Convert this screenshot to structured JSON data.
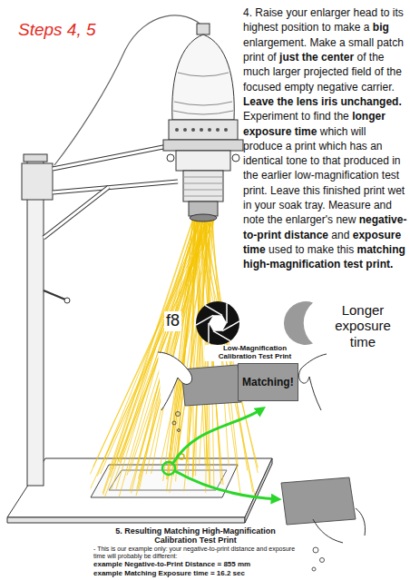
{
  "diagram": {
    "title": "Steps 4, 5",
    "nodes": [
      {
        "text": [
          "Matching!"
        ]
      }
    ],
    "labels": [
      "4. Raise your enlarger head to its highest position to make a big enlargement. Make a small patch print of just the center of the much larger projected field of the focused empty negative carrier. Leave the lens iris unchanged. Experiment to find the longer exposure time which will produce a print which has an identical tone to that produced in the earlier low-magnification test print. Leave this finished print wet in your soak tray. Measure and note the enlarger's new negative-to-print distance and exposure time used to make this matching high-magnification test print.",
      "f8",
      "Longer exposure time",
      "Low-Magnification Calibration Test Print",
      "5. Resulting Matching High-Magnification Calibration Test Print",
      "- This is our example only: your negative-to-print distance and exposure time will probably be different:",
      "example Negative-to-Print Distance = 855 mm",
      "example Matching Exposure time = 16.2 sec"
    ]
  }
}
